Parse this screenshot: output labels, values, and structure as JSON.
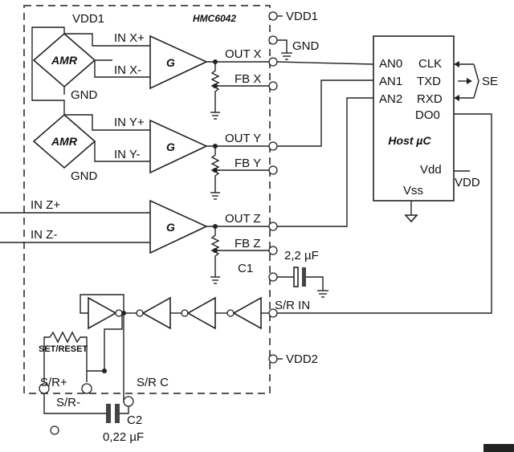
{
  "chip": {
    "name": "HMC6042"
  },
  "sensors": {
    "amr_label": "AMR",
    "vdd1": "VDD1",
    "gnd_label": "GND"
  },
  "amps": {
    "gain_label": "G"
  },
  "inputs": {
    "x_plus": "IN X+",
    "x_minus": "IN X-",
    "y_plus": "IN Y+",
    "y_minus": "IN Y-",
    "z_plus": "IN Z+",
    "z_minus": "IN Z-"
  },
  "outputs": {
    "out_x": "OUT X",
    "fb_x": "FB X",
    "out_y": "OUT Y",
    "fb_y": "FB Y",
    "out_z": "OUT Z",
    "fb_z": "FB Z"
  },
  "pins": {
    "vdd1": "VDD1",
    "gnd": "GND",
    "sr_in": "S/R IN",
    "vdd2": "VDD2",
    "sr_c": "S/R C",
    "sr_plus": "S/R+",
    "sr_minus": "S/R-"
  },
  "components": {
    "c1": "C1",
    "c1_value": "2,2 µF",
    "c2": "C2",
    "c2_value": "0,22 µF",
    "set_reset": "SET/RESET"
  },
  "host": {
    "title": "Host µC",
    "an0": "AN0",
    "an1": "AN1",
    "an2": "AN2",
    "clk": "CLK",
    "txd": "TXD",
    "rxd": "RXD",
    "do0": "DO0",
    "vdd_pin": "Vdd",
    "vss_pin": "Vss",
    "vdd_net": "VDD",
    "se": "SE"
  }
}
